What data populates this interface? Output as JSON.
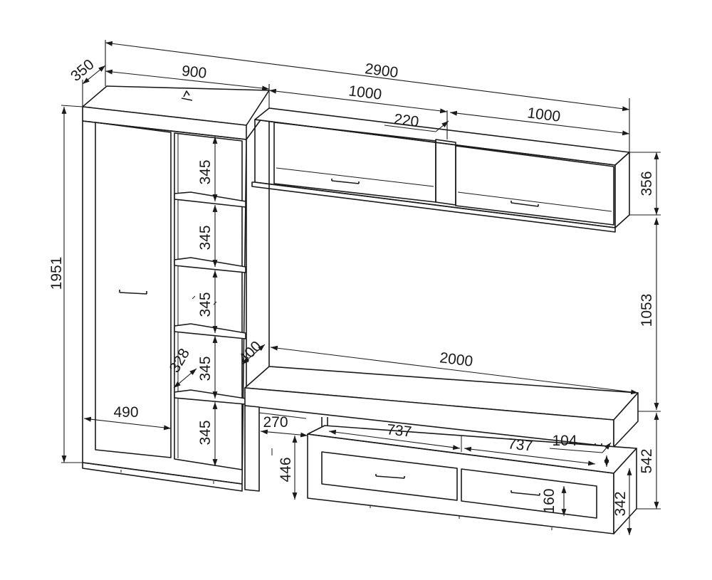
{
  "colors": {
    "line": "#1a1a1a",
    "background": "#ffffff"
  },
  "dimensions": {
    "overall_width": "2900",
    "depth_top": "350",
    "wardrobe_width": "900",
    "upper_cabinet_left_width": "1000",
    "upper_cabinet_right_width": "1000",
    "shelf_depth_upper": "220",
    "upper_cabinet_height": "356",
    "total_height": "1951",
    "shelf_height_1": "345",
    "shelf_height_2": "345",
    "shelf_height_3": "345",
    "shelf_height_4": "345",
    "shelf_height_5": "345",
    "shelf_depth": "328",
    "door_width": "490",
    "gap_height": "1053",
    "tv_unit_depth": "400",
    "tv_unit_width": "2000",
    "side_niche_width": "270",
    "side_niche_height": "446",
    "drawer_width_left": "737",
    "drawer_width_right": "737",
    "overhang": "104",
    "tv_unit_height": "542",
    "drawer_height": "160",
    "base_height": "342"
  }
}
